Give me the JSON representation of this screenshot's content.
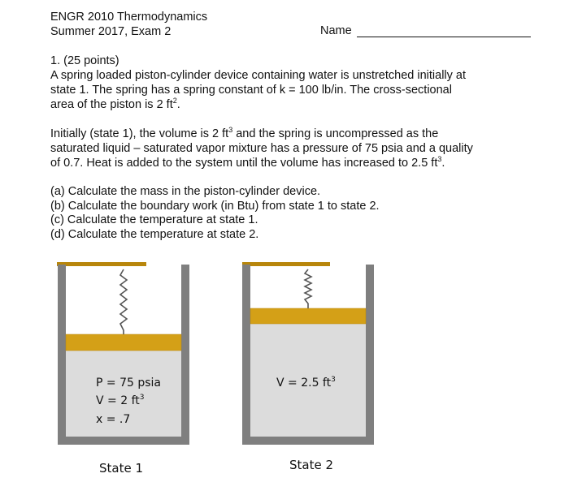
{
  "header": {
    "course": "ENGR 2010 Thermodynamics",
    "exam": "Summer 2017, Exam 2",
    "name_label": "Name"
  },
  "problem": {
    "number": "1. (25 points)",
    "para1_line1": "A spring loaded piston-cylinder device containing water is unstretched initially at",
    "para1_line2": "state 1. The spring has a spring constant of k = 100 lb/in. The cross-sectional",
    "para1_line3a": "area of the piston is 2 ft",
    "para1_line3_sup": "2",
    "para1_line3b": ".",
    "para2_line1a": "Initially (state 1), the volume is 2 ft",
    "para2_line1_sup": "3",
    "para2_line1b": " and the spring is uncompressed as the",
    "para2_line2": "saturated liquid – saturated vapor mixture has a pressure of 75 psia and a quality",
    "para2_line3a": "of 0.7. Heat is added to the system until the volume has increased to 2.5 ft",
    "para2_line3_sup": "3",
    "para2_line3b": ".",
    "parts": [
      "(a) Calculate the mass in the piston-cylinder device.",
      "(b) Calculate the boundary work (in Btu) from state 1 to state 2.",
      "(c) Calculate the temperature at state 1.",
      "(d) Calculate the temperature at state 2."
    ]
  },
  "figure": {
    "state1": {
      "pressure": "P = 75 psia",
      "volume_a": "V = 2 ft",
      "volume_sup": "3",
      "quality": "x = .7",
      "label": "State 1"
    },
    "state2": {
      "volume_a": "V = 2.5 ft",
      "volume_sup": "3",
      "label": "State 2"
    },
    "colors": {
      "wall": "#7f7f7f",
      "piston": "#d4a017",
      "fluid": "#dcdcdc",
      "ceiling": "#b8860b",
      "spring": "#555555"
    }
  }
}
